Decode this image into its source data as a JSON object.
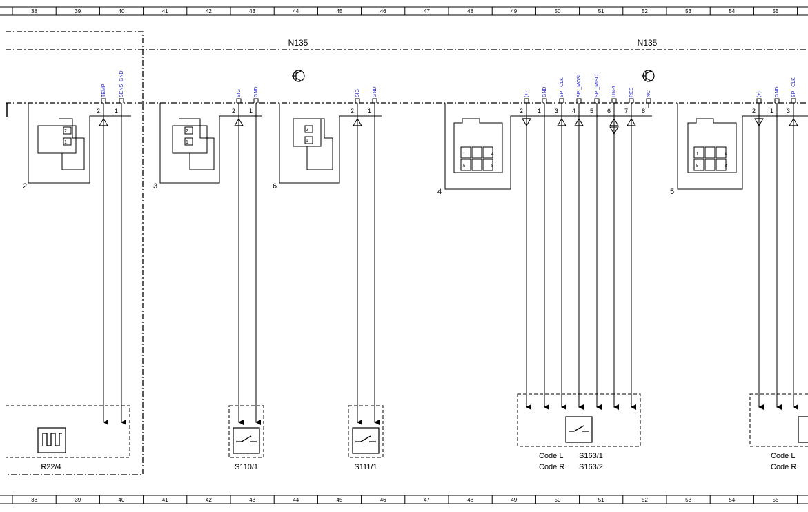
{
  "grid": {
    "columns": [
      "38",
      "39",
      "40",
      "41",
      "42",
      "43",
      "44",
      "45",
      "46",
      "47",
      "48",
      "49",
      "50",
      "51",
      "52",
      "53",
      "54",
      "55"
    ]
  },
  "units": [
    {
      "label": "N135"
    },
    {
      "label": "N135"
    }
  ],
  "connectors": [
    {
      "id": "2",
      "pins": [
        {
          "num": "2",
          "signal": "TEMP"
        },
        {
          "num": "1",
          "signal": "SENS_GND"
        }
      ],
      "cavities": [
        "2",
        "1"
      ]
    },
    {
      "id": "3",
      "pins": [
        {
          "num": "2",
          "signal": "SIG"
        },
        {
          "num": "1",
          "signal": "GND"
        }
      ],
      "cavities": [
        "2",
        "1"
      ]
    },
    {
      "id": "6",
      "pins": [
        {
          "num": "2",
          "signal": "SIG"
        },
        {
          "num": "1",
          "signal": "GND"
        }
      ],
      "cavities": [
        "2",
        "1"
      ]
    },
    {
      "id": "4",
      "pins": [
        {
          "num": "2",
          "signal": "(+)"
        },
        {
          "num": "1",
          "signal": "GND"
        },
        {
          "num": "3",
          "signal": "SPI_CLK"
        },
        {
          "num": "4",
          "signal": "SPI_MOSI"
        },
        {
          "num": "5",
          "signal": "SPI_MISO"
        },
        {
          "num": "6",
          "signal": "LIN-1"
        },
        {
          "num": "7",
          "signal": "RES"
        },
        {
          "num": "8",
          "signal": "NC"
        }
      ],
      "cavities": [
        "1",
        "4",
        "5",
        "8"
      ]
    },
    {
      "id": "5",
      "pins": [
        {
          "num": "2",
          "signal": "(+)"
        },
        {
          "num": "1",
          "signal": "GND"
        },
        {
          "num": "3",
          "signal": "SPI_CLK"
        }
      ],
      "cavities": [
        "1",
        "4",
        "5",
        "8"
      ]
    }
  ],
  "components": [
    {
      "name": "R22/4",
      "icon": "heater-element-icon"
    },
    {
      "name": "S110/1",
      "icon": "switch-icon"
    },
    {
      "name": "S111/1",
      "icon": "switch-icon"
    },
    {
      "name": "S163/1",
      "code": "Code L",
      "icon": "switch-icon"
    },
    {
      "name": "S163/2",
      "code": "Code R"
    },
    {
      "name": "",
      "code": "Code L"
    },
    {
      "name": "",
      "code": "Code R"
    }
  ],
  "colors": {
    "line": "#000000",
    "signal_label": "#2222cc",
    "background": "#ffffff"
  }
}
